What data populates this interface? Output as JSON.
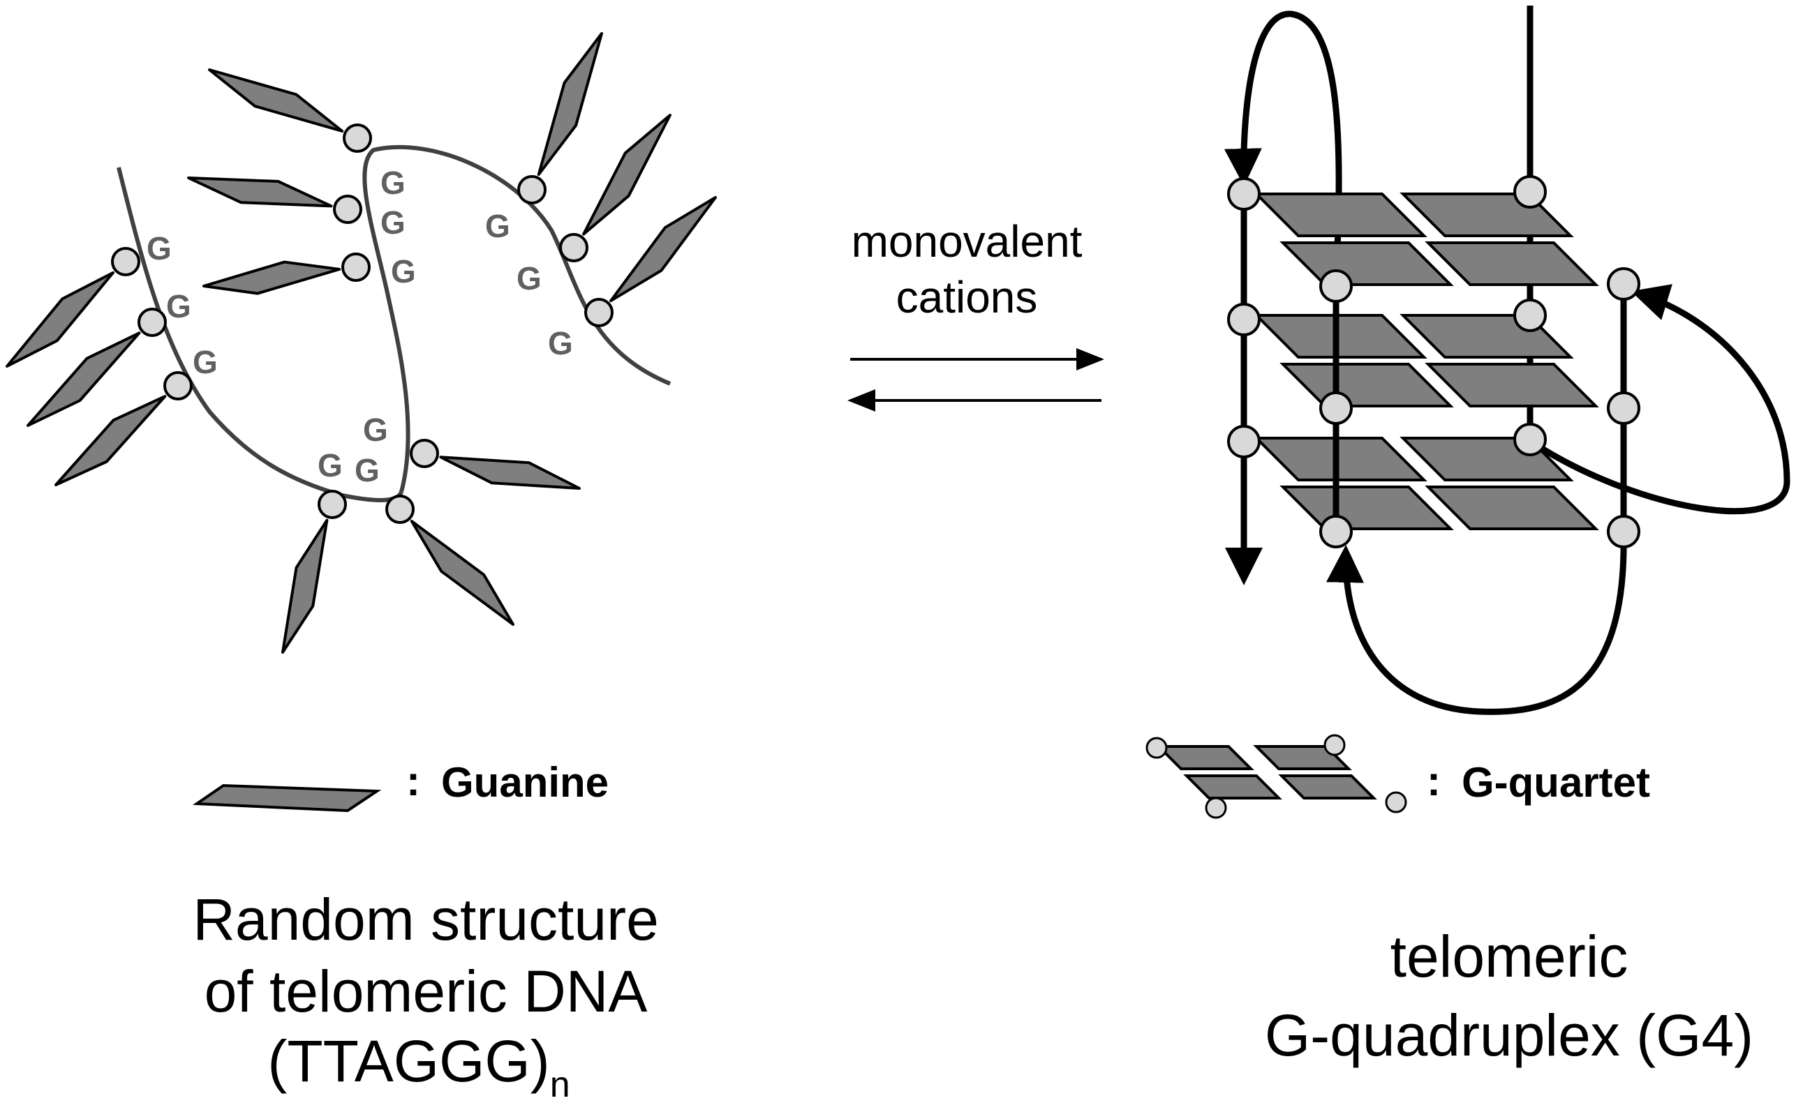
{
  "reaction": {
    "label_line1": "monovalent",
    "label_line2": "cations"
  },
  "left": {
    "g_letter": "G",
    "legend": {
      "separator": ":",
      "label": "Guanine",
      "icon": "guanine-plate-icon"
    },
    "caption": {
      "line1": "Random structure",
      "line2": "of telomeric DNA",
      "line3": "(TTAGGG)",
      "subscript": "n"
    }
  },
  "right": {
    "legend": {
      "separator": ":",
      "label": "G-quartet",
      "icon": "g-quartet-icon"
    },
    "caption": {
      "line1": "telomeric",
      "line2": "G-quadruplex (G4)"
    }
  },
  "colors": {
    "plate_fill": "#7f7f7f",
    "bead_fill": "#d9d9d9",
    "strand": "#404040",
    "g_letter": "#606060",
    "outline": "#000000"
  }
}
